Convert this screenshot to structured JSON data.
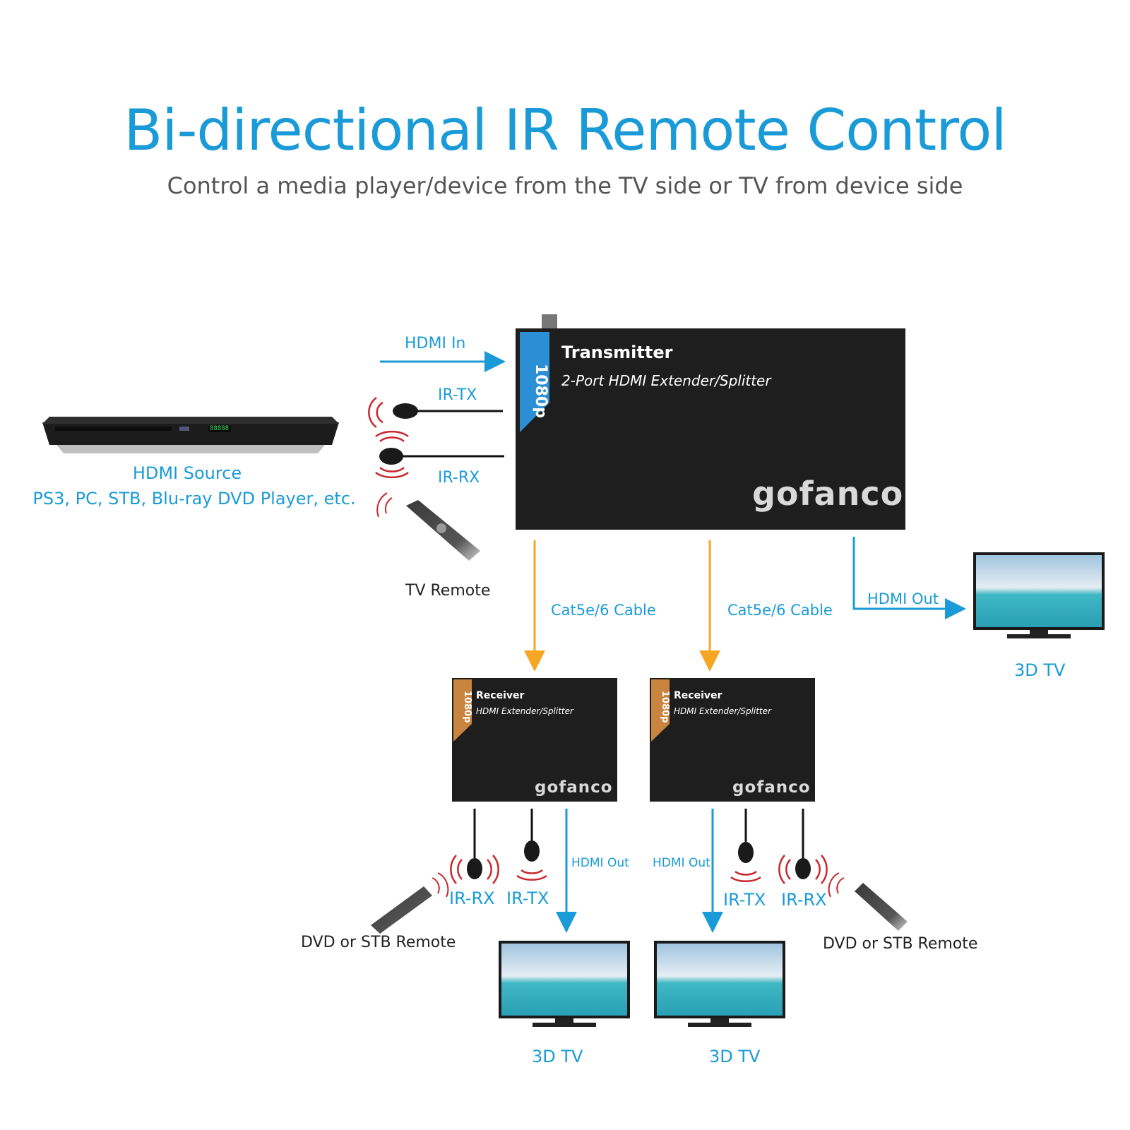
{
  "header": {
    "title": "Bi-directional IR Remote Control",
    "subtitle": "Control a media player/device from the TV side or TV from device side"
  },
  "source": {
    "title": "HDMI Source",
    "subtitle": "PS3, PC, STB, Blu-ray DVD Player, etc.",
    "display": "88888"
  },
  "links": {
    "hdmi_in": "HDMI In",
    "ir_tx": "IR-TX",
    "ir_rx": "IR-RX",
    "tv_remote": "TV Remote",
    "cable": "Cat5e/6 Cable",
    "hdmi_out": "HDMI Out",
    "dvd_remote": "DVD or STB Remote",
    "tv": "3D TV"
  },
  "transmitter": {
    "badge": "1080p",
    "title": "Transmitter",
    "subtitle": "2-Port HDMI Extender/Splitter",
    "logo": "gofanco"
  },
  "receiver": {
    "badge": "1080p",
    "title": "Receiver",
    "subtitle": "HDMI Extender/Splitter",
    "logo": "gofanco"
  },
  "colors": {
    "blue": "#1a9bd7",
    "orange": "#f5a623",
    "device": "#1e1e1e",
    "ir_wave": "#c8282d",
    "badge_tx": "#2b8fd6",
    "badge_rx": "#c9843f"
  }
}
